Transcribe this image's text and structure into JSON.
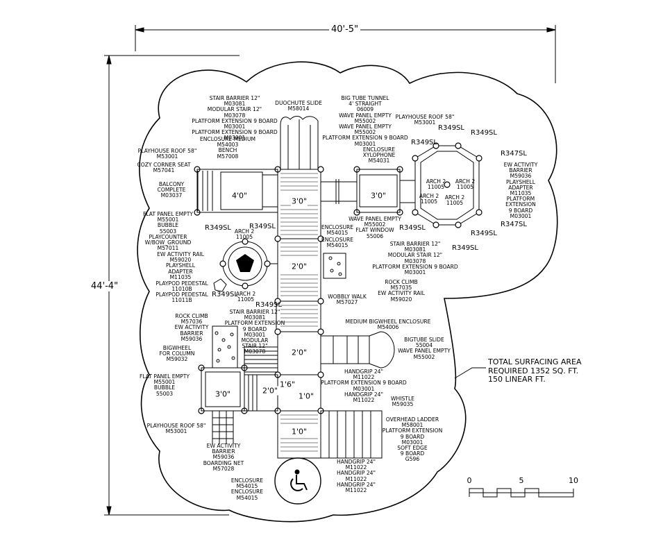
{
  "dimensions": {
    "width": "40'-5\"",
    "height": "44'-4\""
  },
  "surfacing_note": [
    "TOTAL SURFACING AREA",
    "REQUIRED 1352 SQ. FT.",
    "150 LINEAR FT."
  ],
  "scale": {
    "ticks": [
      "0",
      "5",
      "10"
    ]
  },
  "platform_sizes": {
    "tower_a": "4'0\"",
    "center_top": "3'0\"",
    "tower_b": "3'0\"",
    "walk_top": "2'0\"",
    "center_mid": "2'0\"",
    "left_lower": "3'0\"",
    "stair_lower": "2'0\"",
    "center_low_a": "1'6\"",
    "center_low_b": "1'0\"",
    "center_bottom": "1'0\""
  },
  "labels": [
    {
      "id": "stair-barrier-top",
      "text": "STAIR BARRIER 12\"\nM03081\nMODULAR STAIR 12\"\nM03078\nPLATFORM EXTENSION 9 BOARD\nM03001\nPLATFORM EXTENSION 9 BOARD\nM03001"
    },
    {
      "id": "duochute-slide",
      "text": "DUOCHUTE SLIDE\nM58014"
    },
    {
      "id": "big-tube-tunnel",
      "text": "BIG TUBE TUNNEL\n4' STRAIGHT\n06009\nWAVE PANEL EMPTY\nM55002\nWAVE PANEL EMPTY\nM55002\nPLATFORM EXTENSION 9 BOARD\nM03001"
    },
    {
      "id": "enclosure-medium",
      "text": "ENCLOSURE MEDIUM\nM54003\nBENCH\nM57008"
    },
    {
      "id": "enclosure-xylophone",
      "text": "ENCLOSURE\nXYLOPHONE\nM54031"
    },
    {
      "id": "playhouse-roof-top-right",
      "text": "PLAYHOUSE ROOF 58\"\nM53001"
    },
    {
      "id": "playhouse-roof-left",
      "text": "PLAYHOUSE ROOF 58\"\nM53001"
    },
    {
      "id": "cozy-corner-seat",
      "text": "COZY CORNER SEAT\nM57041"
    },
    {
      "id": "balcony-complete",
      "text": "BALCONY\nCOMPLETE\nM03037"
    },
    {
      "id": "flat-panel-bubble-top",
      "text": "FLAT PANEL EMPTY\nM55001\nBUBBLE\n55003\nPLAYCOUNTER\nW/BOW_GROUND\nM57011"
    },
    {
      "id": "ew-activity-rail-left",
      "text": "EW ACTIVITY RAIL\nM59020\nPLAYSHELL\nADAPTER\nM11035"
    },
    {
      "id": "playpod-pedestal-1",
      "text": "PLAYPOD PEDESTAL\n11010B"
    },
    {
      "id": "playpod-pedestal-2",
      "text": "PLAYPOD PEDESTAL\n11011B"
    },
    {
      "id": "arch2-pod-top",
      "text": "ARCH 2\n11005"
    },
    {
      "id": "arch2-pod-bottom",
      "text": "ARCH 2\n11005"
    },
    {
      "id": "arch2-a",
      "text": "ARCH 2\n11005"
    },
    {
      "id": "arch2-b",
      "text": "ARCH 2\n11005"
    },
    {
      "id": "arch2-c",
      "text": "ARCH 2\n11005"
    },
    {
      "id": "arch2-d",
      "text": "ARCH 2\n11005"
    },
    {
      "id": "ew-activity-barrier-right",
      "text": "EW ACTIVITY\nBARRIER\nM59036\nPLAYSHELL\nADAPTER\nM11035\nPLATFORM\nEXTENSION\n9 BOARD\nM03001"
    },
    {
      "id": "enclosure-mid-1",
      "text": "ENCLOSURE\nM54015"
    },
    {
      "id": "enclosure-mid-2",
      "text": "ENCLOSURE\nM54015"
    },
    {
      "id": "wave-panel-flat-window",
      "text": "WAVE PANEL EMPTY\nM55002\nFLAT WINDOW\n55006"
    },
    {
      "id": "stair-barrier-right",
      "text": "STAIR BARRIER 12\"\nM03081\nMODULAR STAIR 12\"\nM03078\nPLATFORM EXTENSION 9 BOARD\nM03001"
    },
    {
      "id": "rock-climb-right",
      "text": "ROCK CLIMB\nM57035\nEW ACTIVITY RAIL\nM59020"
    },
    {
      "id": "wobbly-walk",
      "text": "WOBBLY WALK\nM57027"
    },
    {
      "id": "stair-barrier-mid",
      "text": "STAIR BARRIER 12\"\nM03081\nPLATFORM EXTENSION\n9 BOARD\nM03001\nMODULAR\nSTAIR 12\"\nM03078"
    },
    {
      "id": "rock-climb-left",
      "text": "ROCK CLIMB\nM57036\nEW ACTIVITY\nBARRIER\nM59036"
    },
    {
      "id": "bigwheel-column",
      "text": "BIGWHEEL\nFOR COLUMN\nM59032"
    },
    {
      "id": "medium-bigwheel-enclosure",
      "text": "MEDIUM BIGWHEEL ENCLOSURE\nM54006"
    },
    {
      "id": "bigtube-slide",
      "text": "BIGTUBE SLIDE\n55004\nWAVE PANEL EMPTY\nM55002"
    },
    {
      "id": "flat-panel-bubble-bottom",
      "text": "FLAT PANEL EMPTY\nM55001\nBUBBLE\n55003"
    },
    {
      "id": "handgrip-platform",
      "text": "HANDGRIP 24\"\nM11022\nPLATFORM EXTENSION 9 BOARD\nM03001\nHANDGRIP 24\"\nM11022"
    },
    {
      "id": "whistle",
      "text": "WHISTLE\nM59035"
    },
    {
      "id": "overhead-ladder",
      "text": "OVERHEAD LADDER\nM58001\nPLATFORM EXTENSION\n9 BOARD\nM03001\nSOFT EDGE\n9 BOARD\nG596"
    },
    {
      "id": "playhouse-roof-bottom",
      "text": "PLAYHOUSE ROOF 58\"\nM53001"
    },
    {
      "id": "ew-activity-barrier-bottom",
      "text": "EW ACTIVITY\nBARRIER\nM59036\nBOARDING NET\nM57028"
    },
    {
      "id": "handgrips-bottom",
      "text": "HANDGRIP 24\"\nM11022\nHANDGRIP 24\"\nM11022\nHANDGRIP 24\"\nM11022"
    },
    {
      "id": "enclosures-bottom",
      "text": "ENCLOSURE\nM54015\nENCLOSURE\nM54015"
    }
  ],
  "connectors": [
    {
      "id": "r349-1",
      "text": "R349SL"
    },
    {
      "id": "r349-2",
      "text": "R349SL"
    },
    {
      "id": "r349-3",
      "text": "R349SL"
    },
    {
      "id": "r349-4",
      "text": "R349SL"
    },
    {
      "id": "r347-1",
      "text": "R347SL"
    },
    {
      "id": "r347-2",
      "text": "R347SL"
    },
    {
      "id": "r349-5",
      "text": "R349SL"
    },
    {
      "id": "r349-6",
      "text": "R349SL"
    },
    {
      "id": "r349-7",
      "text": "R349SL"
    },
    {
      "id": "r349-8",
      "text": "R349SL"
    },
    {
      "id": "r349-9",
      "text": "R349SL"
    },
    {
      "id": "r349-10",
      "text": "R349SL"
    }
  ]
}
